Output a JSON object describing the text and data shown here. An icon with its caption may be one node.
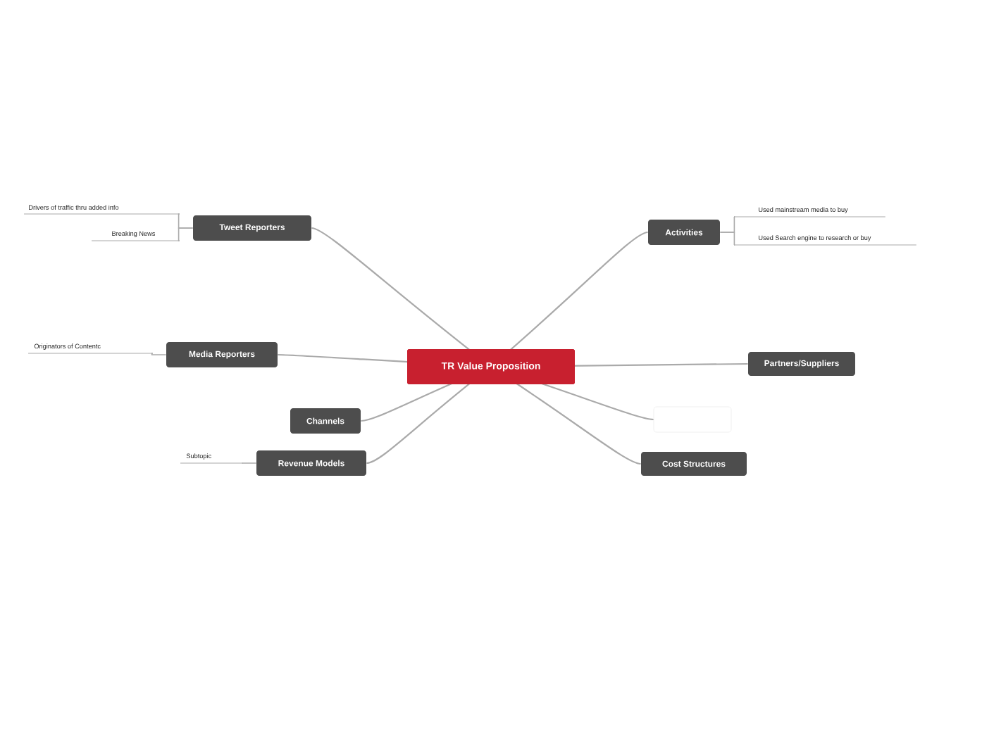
{
  "diagram": {
    "nodes": [
      {
        "text": [
          "TR Value Proposition"
        ]
      },
      {
        "text": [
          "Tweet Reporters"
        ]
      },
      {
        "text": [
          "Drivers of traffic thru added info"
        ]
      },
      {
        "text": [
          "Breaking News"
        ]
      },
      {
        "text": [
          "Media Reporters"
        ]
      },
      {
        "text": [
          "Originators of Contentc"
        ]
      },
      {
        "text": [
          "Channels"
        ]
      },
      {
        "text": [
          "Revenue Models"
        ]
      },
      {
        "text": [
          "Subtopic"
        ]
      },
      {
        "text": [
          "Activities"
        ]
      },
      {
        "text": [
          "Used mainstream media to buy"
        ]
      },
      {
        "text": [
          "Used Search engine to research or buy"
        ]
      },
      {
        "text": [
          "Partners/Suppliers"
        ]
      },
      {
        "text": [],
        "shape": "box"
      },
      {
        "text": [
          "Cost Structures"
        ]
      }
    ],
    "edges": [
      {
        "from": 0,
        "to": 1,
        "arrow": "none"
      },
      {
        "from": 0,
        "to": 4,
        "arrow": "none"
      },
      {
        "from": 0,
        "to": 6,
        "arrow": "none"
      },
      {
        "from": 0,
        "to": 7,
        "arrow": "none"
      },
      {
        "from": 0,
        "to": 9,
        "arrow": "none"
      },
      {
        "from": 0,
        "to": 12,
        "arrow": "none"
      },
      {
        "from": 0,
        "to": 13,
        "arrow": "none"
      },
      {
        "from": 0,
        "to": 14,
        "arrow": "none"
      },
      {
        "from": 1,
        "to": 2,
        "arrow": "none"
      },
      {
        "from": 1,
        "to": 3,
        "arrow": "none"
      },
      {
        "from": 4,
        "to": 5,
        "arrow": "none"
      },
      {
        "from": 7,
        "to": 8,
        "arrow": "none"
      },
      {
        "from": 9,
        "to": 10,
        "arrow": "none"
      },
      {
        "from": 9,
        "to": 11,
        "arrow": "none"
      }
    ]
  }
}
